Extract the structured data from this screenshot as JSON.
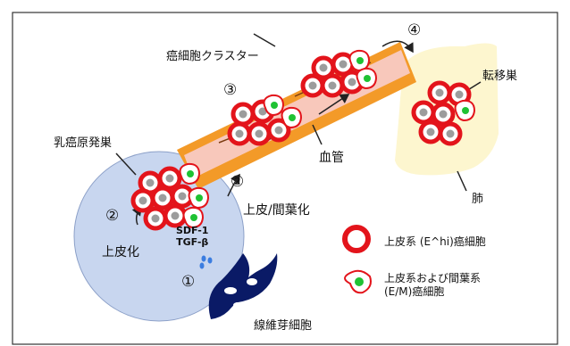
{
  "labels": {
    "cluster": "癌細胞クラスター",
    "primary": "乳癌原発巣",
    "vessel": "血管",
    "metastasis": "転移巣",
    "lung": "肺",
    "emt": "上皮/間葉化",
    "met": "上皮化",
    "factors": "SDF-1\nTGF-β",
    "fibroblast": "線維芽細胞"
  },
  "steps": {
    "one": "①",
    "two_a": "②",
    "two_b": "②",
    "three": "③",
    "four": "④"
  },
  "legend": {
    "epithelial": "上皮系 (E^hi)癌細胞",
    "em_line1": "上皮系および間葉系",
    "em_line2": "(E/M)癌細胞"
  },
  "colors": {
    "cell_red": "#e3141b",
    "nucleus_gray": "#9c9c9c",
    "nucleus_green": "#1fc233",
    "primary_fill": "#c8d6ef",
    "lung_fill": "#fdf6cf",
    "vessel_orange": "#f39a28",
    "vessel_pink": "#f8c8bb",
    "fibroblast": "#0a1a66"
  }
}
